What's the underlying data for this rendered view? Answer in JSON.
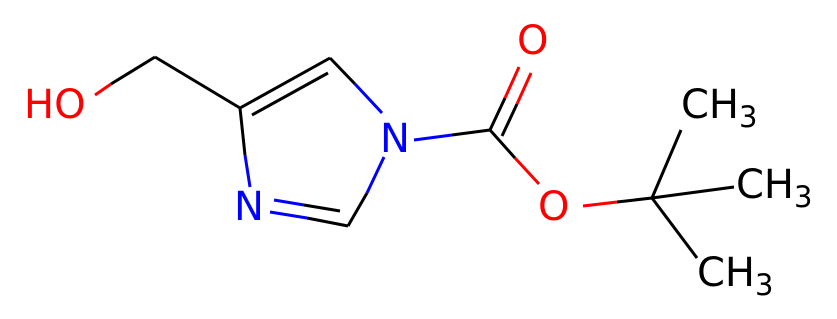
{
  "colors": {
    "carbon": "#000000",
    "nitrogen": "#0000ff",
    "oxygen": "#ff0000",
    "background": "#ffffff"
  },
  "labels": {
    "ho": "HO",
    "n_ring": "N",
    "n_boc": "N",
    "o_carbonyl": "O",
    "o_ester": "O",
    "ch3_top": {
      "main": "CH",
      "sub": "3"
    },
    "ch3_mid": {
      "main": "CH",
      "sub": "3"
    },
    "ch3_bot": {
      "main": "CH",
      "sub": "3"
    }
  }
}
